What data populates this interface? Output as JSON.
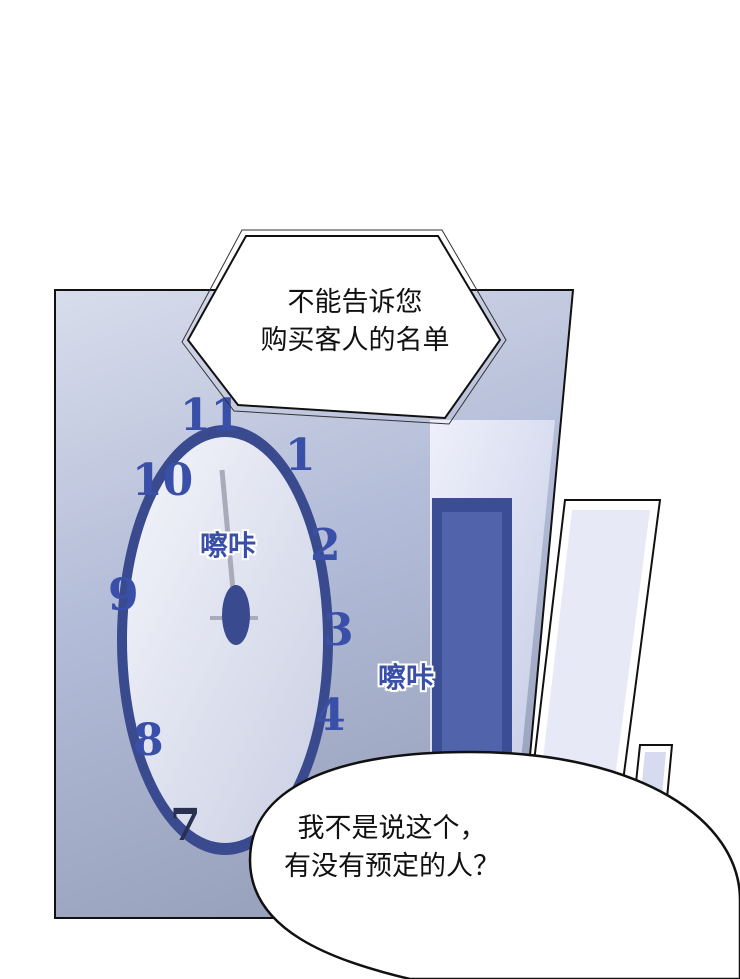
{
  "panel": {
    "narration_bubble": {
      "lines": [
        "不能告诉您",
        "购买客人的名单"
      ]
    },
    "sound_effects": [
      "嚓咔",
      "嚓咔"
    ],
    "speech_bubble": {
      "lines": [
        "我不是说这个，",
        "有没有预定的人？"
      ]
    }
  },
  "colors": {
    "clock_blue": "#3a4fa8",
    "panel_bg": "#b9c2dc",
    "outline": "#111111"
  }
}
